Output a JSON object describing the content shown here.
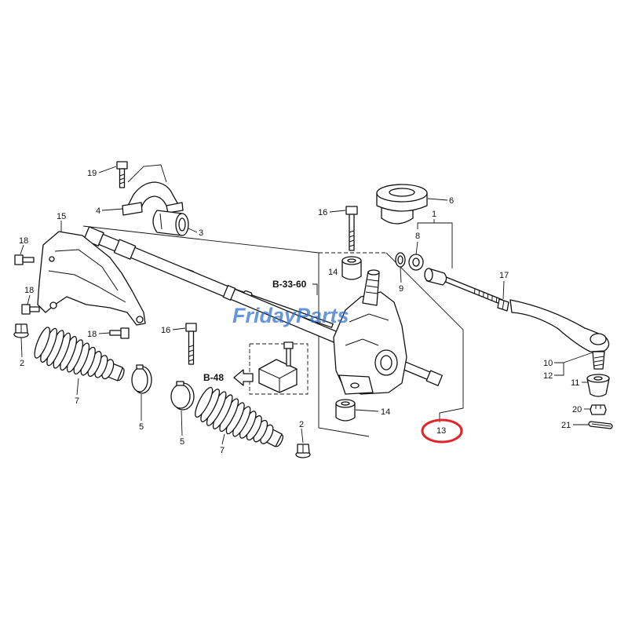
{
  "watermark": "FridayParts",
  "references": {
    "ref_a": "B-33-60",
    "ref_b": "B-48"
  },
  "callouts": [
    "19",
    "4",
    "3",
    "15",
    "18",
    "18",
    "18",
    "2",
    "7",
    "5",
    "5",
    "7",
    "2",
    "16",
    "16",
    "14",
    "14",
    "6",
    "1",
    "8",
    "9",
    "17",
    "10",
    "12",
    "11",
    "20",
    "21",
    "13"
  ],
  "highlighted_callout": "13",
  "colors": {
    "line": "#111111",
    "highlight": "#e0262a",
    "watermark": "#2f6fd0"
  }
}
